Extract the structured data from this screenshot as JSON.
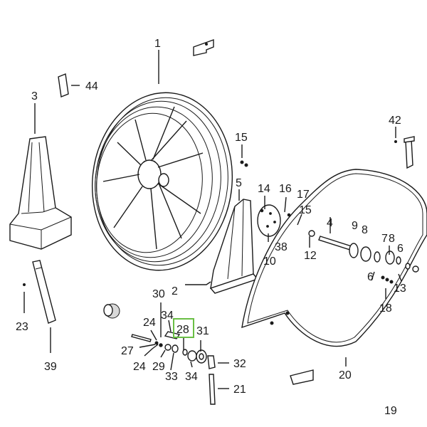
{
  "diagram": {
    "highlight_color": "#6abf45",
    "line_color": "#1a1a1a",
    "callouts": {
      "c1": "1",
      "c2": "2",
      "c3": "3",
      "c4": "4",
      "c5": "5",
      "c6a": "6",
      "c6b": "6",
      "c7": "7",
      "c8a": "8",
      "c8b": "8",
      "c9": "9",
      "c10": "10",
      "c12": "12",
      "c13": "13",
      "c14": "14",
      "c15a": "15",
      "c15b": "15",
      "c16": "16",
      "c17": "17",
      "c18": "18",
      "c20": "20",
      "c21": "21",
      "c23": "23",
      "c24a": "24",
      "c24b": "24",
      "c27": "27",
      "c28": "28",
      "c29": "29",
      "c30": "30",
      "c31": "31",
      "c32": "32",
      "c33": "33",
      "c34a": "34",
      "c34b": "34",
      "c38": "38",
      "c39": "39",
      "c42": "42",
      "c44": "44",
      "c19": "19"
    }
  }
}
